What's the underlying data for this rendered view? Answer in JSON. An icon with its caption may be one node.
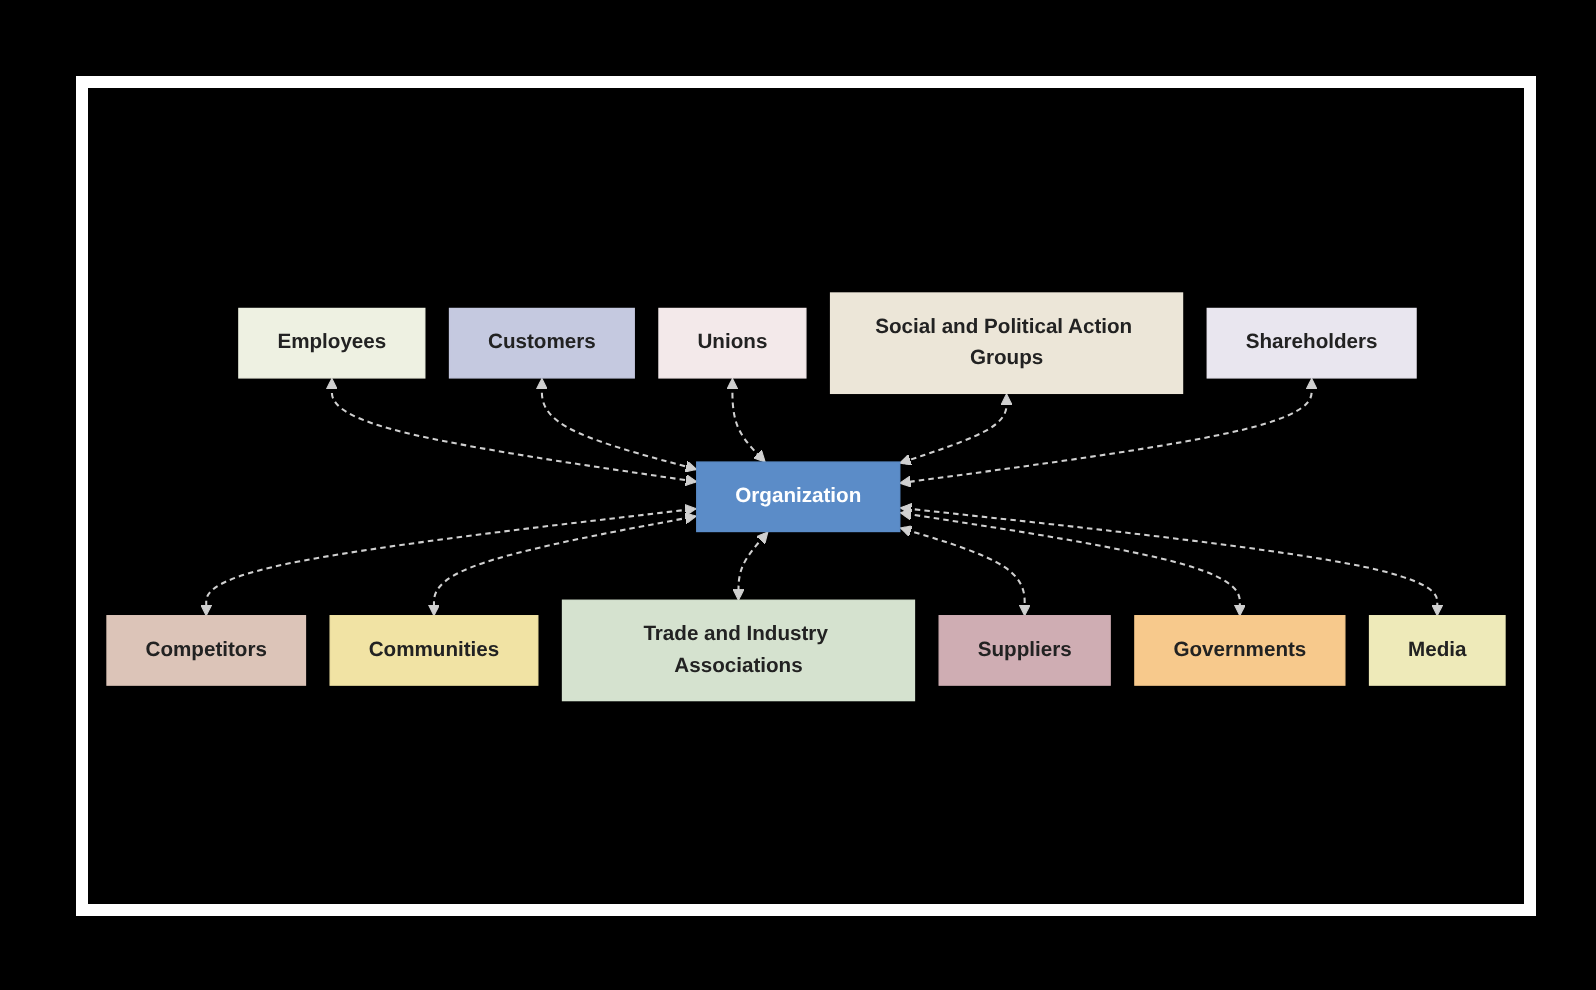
{
  "diagram": {
    "nodes": [
      {
        "text": [
          "Employees"
        ]
      },
      {
        "text": [
          "Customers"
        ]
      },
      {
        "text": [
          "Unions"
        ]
      },
      {
        "text": [
          "Social and Political Action Groups"
        ]
      },
      {
        "text": [
          "Shareholders"
        ]
      },
      {
        "text": [
          "Organization"
        ]
      },
      {
        "text": [
          "Competitors"
        ]
      },
      {
        "text": [
          "Communities"
        ]
      },
      {
        "text": [
          "Trade and Industry Associations"
        ]
      },
      {
        "text": [
          "Suppliers"
        ]
      },
      {
        "text": [
          "Governments"
        ]
      },
      {
        "text": [
          "Media"
        ]
      }
    ],
    "edges": [
      {
        "from": 0,
        "to": 5,
        "arrow": "both",
        "style": "dashed"
      },
      {
        "from": 1,
        "to": 5,
        "arrow": "both",
        "style": "dashed"
      },
      {
        "from": 2,
        "to": 5,
        "arrow": "both",
        "style": "dashed"
      },
      {
        "from": 3,
        "to": 5,
        "arrow": "both",
        "style": "dashed"
      },
      {
        "from": 4,
        "to": 5,
        "arrow": "both",
        "style": "dashed"
      },
      {
        "from": 5,
        "to": 6,
        "arrow": "both",
        "style": "dashed"
      },
      {
        "from": 5,
        "to": 7,
        "arrow": "both",
        "style": "dashed"
      },
      {
        "from": 5,
        "to": 8,
        "arrow": "both",
        "style": "dashed"
      },
      {
        "from": 5,
        "to": 9,
        "arrow": "both",
        "style": "dashed"
      },
      {
        "from": 5,
        "to": 10,
        "arrow": "both",
        "style": "dashed"
      },
      {
        "from": 5,
        "to": 11,
        "arrow": "both",
        "style": "dashed"
      }
    ]
  }
}
